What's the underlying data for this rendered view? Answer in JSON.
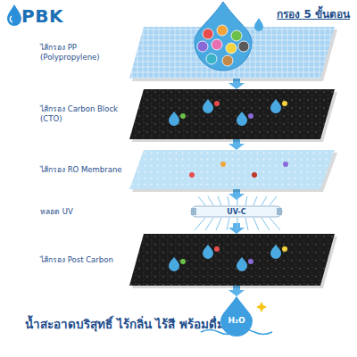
{
  "diagram": {
    "title": "กรอง 5 ขั้นตอน",
    "caption": "น้ำสะอาดบริสุทธิ์ ไร้กลิ่น ไร้สี พร้อมดื่ม",
    "nodes": [
      {
        "text": [
          "ไส้กรอง PP (Polypropylene)"
        ]
      },
      {
        "text": [
          "ไส้กรอง Carbon Block (CTO)"
        ]
      },
      {
        "text": [
          "ไส้กรอง RO Membrane"
        ]
      },
      {
        "text": [
          "หลอด UV",
          "UV-C"
        ]
      },
      {
        "text": [
          "ไส้กรอง Post Carbon"
        ]
      },
      {
        "text": [
          "H₂O"
        ]
      }
    ],
    "edges": [
      {
        "from": 0,
        "to": 1,
        "arrow": "to"
      },
      {
        "from": 1,
        "to": 2,
        "arrow": "to"
      },
      {
        "from": 2,
        "to": 3,
        "arrow": "to"
      },
      {
        "from": 3,
        "to": 4,
        "arrow": "to"
      },
      {
        "from": 4,
        "to": 5,
        "arrow": "to"
      }
    ],
    "labels": [
      "PBK"
    ]
  }
}
